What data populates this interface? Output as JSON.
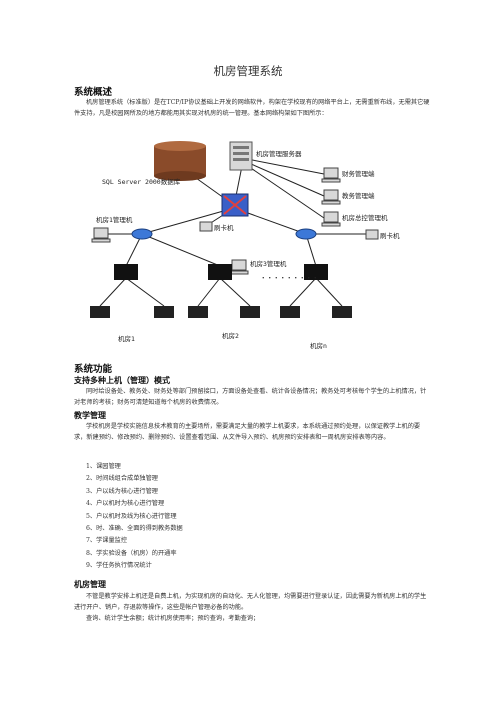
{
  "doc": {
    "title": "机房管理系统",
    "overview": {
      "heading": "系统概述",
      "para": "机房管理系统（标准版）是在TCP/IP协议基础上开发的网络软件，构架在学校现有的网络平台上，无需重新布线，无需其它硬件支持，凡是校园网所及的地方都能用其实现对机房的统一管理。基本网络构架如下图所示："
    },
    "diagram": {
      "labels": {
        "db": "SQL Server 2000数据库",
        "server": "机房管理服务器",
        "finance": "财务管理端",
        "teaching": "教务管理端",
        "general": "机房总控管理机",
        "room1_mgr": "机房1管理机",
        "card_a": "刷卡机",
        "card_b": "刷卡机",
        "room3_mgr": "机房3管理机",
        "dots": "・・・・・・・・・",
        "room1": "机房1",
        "room2": "机房2",
        "roomN": "机房n"
      }
    },
    "features": {
      "heading": "系统功能",
      "mode": {
        "heading": "支持多种上机（管理）模式",
        "para": "同时给设备处、教务处、财务处等部门预留接口，方面设备处查看、统计各设备情况；教务处可考核每个学生的上机情况，针对老师的考核；财务可清楚知道每个机房的收费情况。"
      },
      "teaching": {
        "heading": "教学管理",
        "para": "学校机房是学校实施信息技术教育的主要场所，需要满足大量的教学上机要求，本系统通过预约处理，以保证教学上机的要求，新建预约、修改预约、删除预约、设置查看范围、从文件导入预约、机房预约安排表和一周机房安排表等内容。",
        "items": [
          "1、课园管理",
          "2、时间线组合成单独管理",
          "3、户以线为核心进行管理",
          "4、户以机时为核心进行管理",
          "5、户以机时及线为核心进行管理",
          "6、时、准确、全面的得到教务数据",
          "7、学课量监控",
          "8、学实验设备（机房）的开通率",
          "9、学任务执行情况统计"
        ]
      },
      "room": {
        "heading": "机房管理",
        "para1": "不管是教学安排上机还是自费上机，为实现机房的自动化、无人化管理，均需要进行登录认证，因此需要为新机房上机的学生进行开户、销户，存退款等操作，这些是帐户管理必备的功能。",
        "para2": "查询、统计学生余额；统计机房使用率；预约查询，考勤查询；"
      }
    }
  }
}
